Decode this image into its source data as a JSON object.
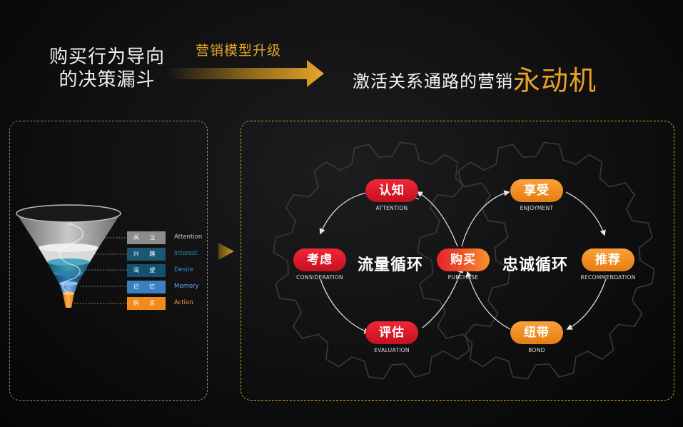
{
  "header": {
    "left_title_line1": "购买行为导向",
    "left_title_line2": "的决策漏斗",
    "upgrade_label": "营销模型升级",
    "right_title_prefix": "激活关系通路的营销",
    "right_title_accent": "永动机"
  },
  "funnel": {
    "stages": [
      {
        "cn": "关 注",
        "en": "Attention",
        "tag_color": "#8c8c8c",
        "en_color": "#c8c8c8"
      },
      {
        "cn": "兴 趣",
        "en": "Interest",
        "tag_color": "#1b5773",
        "en_color": "#2a86b6"
      },
      {
        "cn": "渴 望",
        "en": "Desire",
        "tag_color": "#14516f",
        "en_color": "#3a8fc6"
      },
      {
        "cn": "记 忆",
        "en": "Memory",
        "tag_color": "#3a7fc0",
        "en_color": "#6aa8e4"
      },
      {
        "cn": "购 买",
        "en": "Action",
        "tag_color": "#f28a1c",
        "en_color": "#f6a03a"
      }
    ]
  },
  "engine": {
    "loop_left": "流量循环",
    "loop_right": "忠诚循环",
    "nodes": [
      {
        "key": "attention",
        "cn": "认知",
        "en": "ATTENTION",
        "color": "red"
      },
      {
        "key": "consideration",
        "cn": "考虑",
        "en": "CONSIDERATION",
        "color": "red"
      },
      {
        "key": "evaluation",
        "cn": "评估",
        "en": "EVALUATION",
        "color": "red"
      },
      {
        "key": "purchase",
        "cn": "购买",
        "en": "PURCHASE",
        "color": "red"
      },
      {
        "key": "enjoyment",
        "cn": "享受",
        "en": "ENJOYMENT",
        "color": "orange"
      },
      {
        "key": "recommendation",
        "cn": "推荐",
        "en": "RECOMMENDATION",
        "color": "orange"
      },
      {
        "key": "bond",
        "cn": "纽带",
        "en": "BOND",
        "color": "orange"
      }
    ]
  },
  "colors": {
    "accent_gold": "#e9a12a",
    "node_red": "#e21c2e",
    "node_orange": "#f5901f"
  }
}
